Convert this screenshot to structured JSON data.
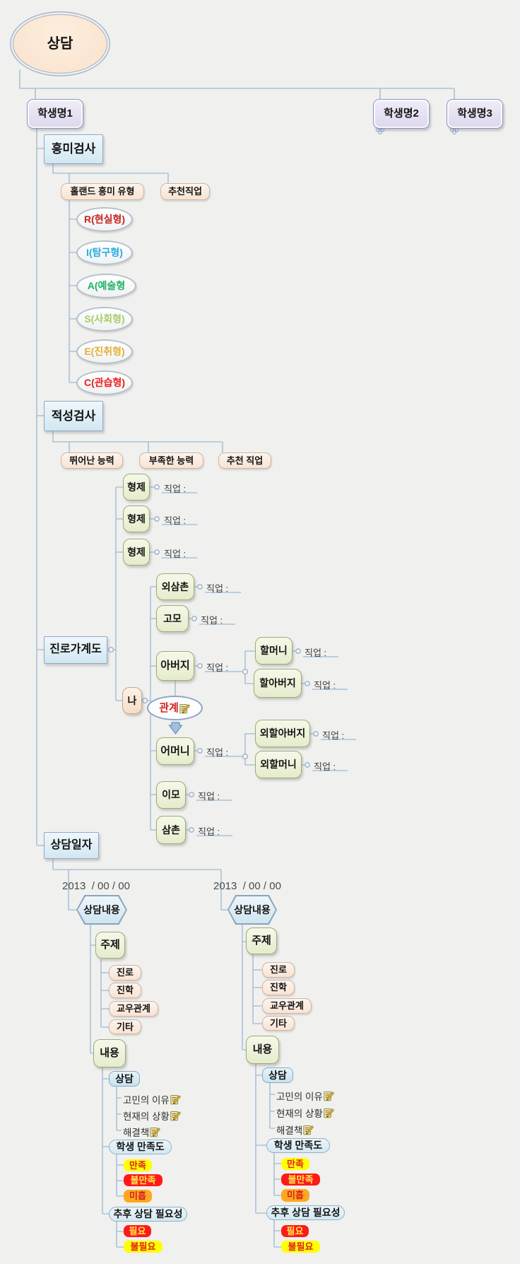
{
  "root": {
    "label": "상담"
  },
  "students": [
    {
      "label": "학생명1"
    },
    {
      "label": "학생명2"
    },
    {
      "label": "학생명3"
    }
  ],
  "interest": {
    "label": "흥미검사",
    "holland_label": "홀랜드 흥미 유형",
    "jobs_label": "추천직업",
    "types": [
      {
        "label": "R(현실형)",
        "color": "#c9241f"
      },
      {
        "label": "I(탐구형)",
        "color": "#29aae1"
      },
      {
        "label": "A(예술형",
        "color": "#1eb264"
      },
      {
        "label": "S(사회형)",
        "color": "#a6ce67"
      },
      {
        "label": "E(진취형)",
        "color": "#e3b138"
      },
      {
        "label": "C(관습형)",
        "color": "#ee1c1c"
      }
    ]
  },
  "aptitude": {
    "label": "적성검사",
    "children": [
      "뛰어난 능력",
      "부족한 능력",
      "추천 직업"
    ]
  },
  "genogram": {
    "label": "진로가계도",
    "job_label": "직업 :",
    "sibling_label": "형제",
    "me": "나",
    "relation": "관계",
    "maternal_uncle": "외삼촌",
    "paternal_aunt": "고모",
    "father": "아버지",
    "grandmother": "할머니",
    "grandfather": "할아버지",
    "mother": "어머니",
    "maternal_grandfather": "외할아버지",
    "maternal_grandmother": "외할머니",
    "mothers_sister": "이모",
    "uncle": "삼촌"
  },
  "counsel": {
    "label": "상담일자",
    "sessions": [
      {
        "date": "2013  / 00 / 00",
        "content_label": "상담내용",
        "topic_label": "주제",
        "topics": [
          "진로",
          "진학",
          "교우관계",
          "기타"
        ],
        "detail_label": "내용",
        "counsel_label": "상담",
        "items": [
          "고민의 이유",
          "현재의 상황",
          "해결책"
        ],
        "satisfaction_label": "학생 만족도",
        "satisfaction": [
          {
            "label": "만족",
            "bg": "#ffff00",
            "fg": "#e02020"
          },
          {
            "label": "불만족",
            "bg": "#ff1a1a",
            "fg": "#ffe94a"
          },
          {
            "label": "미흡",
            "bg": "#ffa81e",
            "fg": "#d42020"
          }
        ],
        "followup_label": "추후 상담 필요성",
        "followup": [
          {
            "label": "필요",
            "bg": "#ff1a1a",
            "fg": "#ffe94a"
          },
          {
            "label": "불필요",
            "bg": "#ffff00",
            "fg": "#e02020"
          }
        ]
      },
      {
        "date": "2013  / 00 / 00",
        "content_label": "상담내용",
        "topic_label": "주제",
        "topics": [
          "진로",
          "진학",
          "교우관계",
          "기타"
        ],
        "detail_label": "내용",
        "counsel_label": "상담",
        "items": [
          "고민의 이유",
          "현재의 상황",
          "해결책"
        ],
        "satisfaction_label": "학생 만족도",
        "satisfaction": [
          {
            "label": "만족",
            "bg": "#ffff00",
            "fg": "#e02020"
          },
          {
            "label": "불만족",
            "bg": "#ff1a1a",
            "fg": "#ffe94a"
          },
          {
            "label": "미흡",
            "bg": "#ffa81e",
            "fg": "#d42020"
          }
        ],
        "followup_label": "추후 상담 필요성",
        "followup": [
          {
            "label": "필요",
            "bg": "#ff1a1a",
            "fg": "#ffe94a"
          },
          {
            "label": "불필요",
            "bg": "#ffff00",
            "fg": "#e02020"
          }
        ]
      }
    ]
  }
}
